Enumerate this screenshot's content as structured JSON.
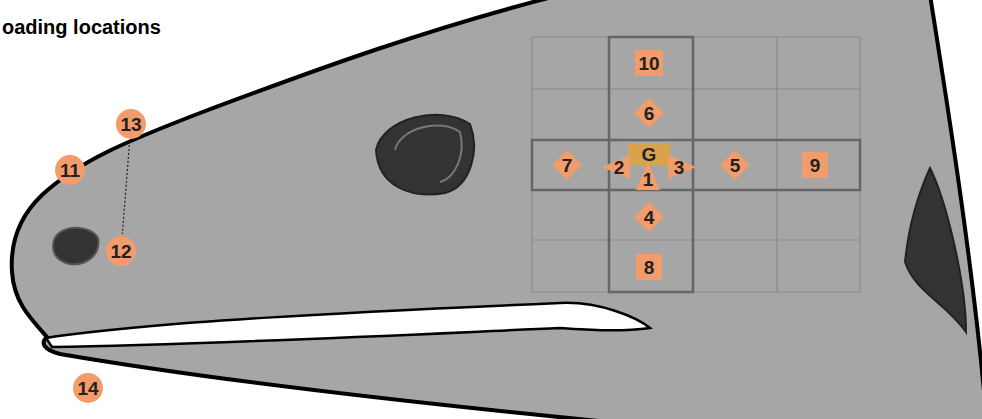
{
  "diagram": {
    "nodes": [
      {
        "text": [
          "10"
        ]
      },
      {
        "text": [
          "13"
        ]
      },
      {
        "text": [
          "6"
        ]
      },
      {
        "text": [
          "11"
        ]
      },
      {
        "text": [
          "G"
        ]
      },
      {
        "text": [
          "7"
        ]
      },
      {
        "text": [
          "2"
        ]
      },
      {
        "text": [
          "3"
        ]
      },
      {
        "text": [
          "5"
        ]
      },
      {
        "text": [
          "9"
        ]
      },
      {
        "text": [
          "1"
        ]
      },
      {
        "text": [
          "4"
        ]
      },
      {
        "text": [
          "12"
        ]
      },
      {
        "text": [
          "8"
        ]
      },
      {
        "text": [
          "14"
        ]
      }
    ],
    "edges": [
      {
        "from": 1,
        "to": 12,
        "arrow": "none"
      }
    ],
    "labels": [
      "oading locations"
    ]
  }
}
